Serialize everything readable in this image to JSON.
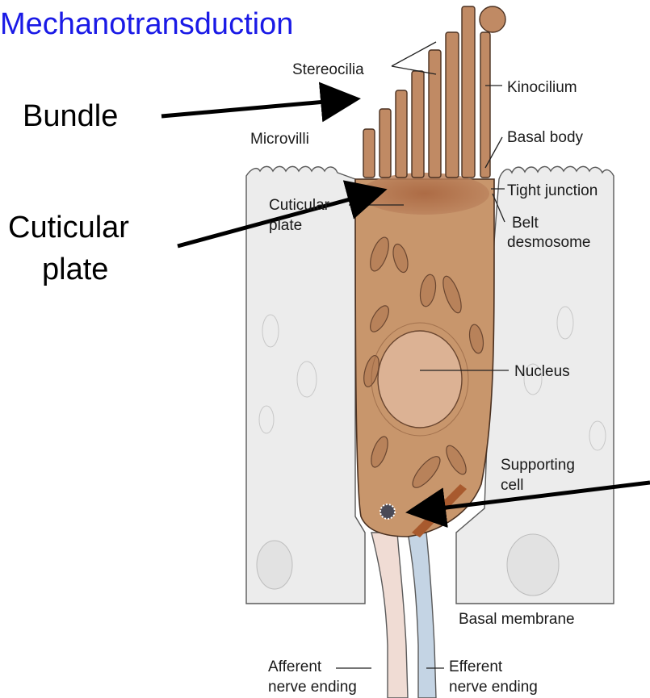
{
  "title": "Mechanotransduction",
  "callouts": {
    "bundle": "Bundle",
    "cuticular_line1": "Cuticular",
    "cuticular_line2": "plate"
  },
  "labels": {
    "stereocilia": "Stereocilia",
    "kinocilium": "Kinocilium",
    "microvilli": "Microvilli",
    "basal_body": "Basal body",
    "tight_junction": "Tight junction",
    "cuticular_plate_1": "Cuticular",
    "cuticular_plate_2": "plate",
    "belt_1": "Belt",
    "belt_2": "desmosome",
    "nucleus": "Nucleus",
    "supporting_1": "Supporting",
    "supporting_2": "cell",
    "basal_membrane": "Basal membrane",
    "afferent_1": "Afferent",
    "afferent_2": "nerve ending",
    "efferent_1": "Efferent",
    "efferent_2": "nerve ending"
  },
  "colors": {
    "title": "#1a1ae6",
    "hair_cell": "#c8966c",
    "cuticular_plate": "#b06f48",
    "supporting_cell": "#ececec",
    "nucleus": "#dcb294",
    "nerve": "#f0dcd4",
    "efferent_nerve": "#c4d4e4"
  }
}
